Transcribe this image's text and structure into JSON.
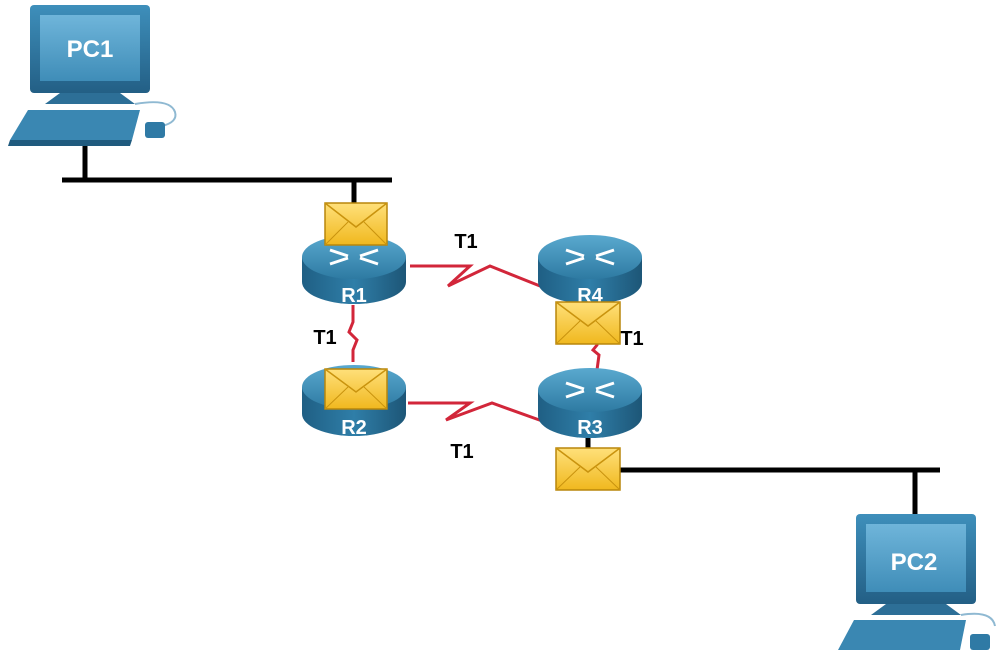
{
  "devices": {
    "pc1": {
      "label": "PC1"
    },
    "pc2": {
      "label": "PC2"
    },
    "r1": {
      "label": "R1"
    },
    "r2": {
      "label": "R2"
    },
    "r3": {
      "label": "R3"
    },
    "r4": {
      "label": "R4"
    }
  },
  "links": {
    "r1_r4": {
      "label": "T1"
    },
    "r1_r2": {
      "label": "T1"
    },
    "r2_r3": {
      "label": "T1"
    },
    "r4_r3": {
      "label": "T1"
    }
  },
  "colors": {
    "device_blue": "#2a6f93",
    "device_light": "#4a9cc4",
    "screen_blue": "#5fa8cf",
    "serial_red": "#d2263a",
    "ethernet_black": "#000000",
    "envelope_yellow": "#f2c230",
    "envelope_edge": "#b8860b"
  }
}
